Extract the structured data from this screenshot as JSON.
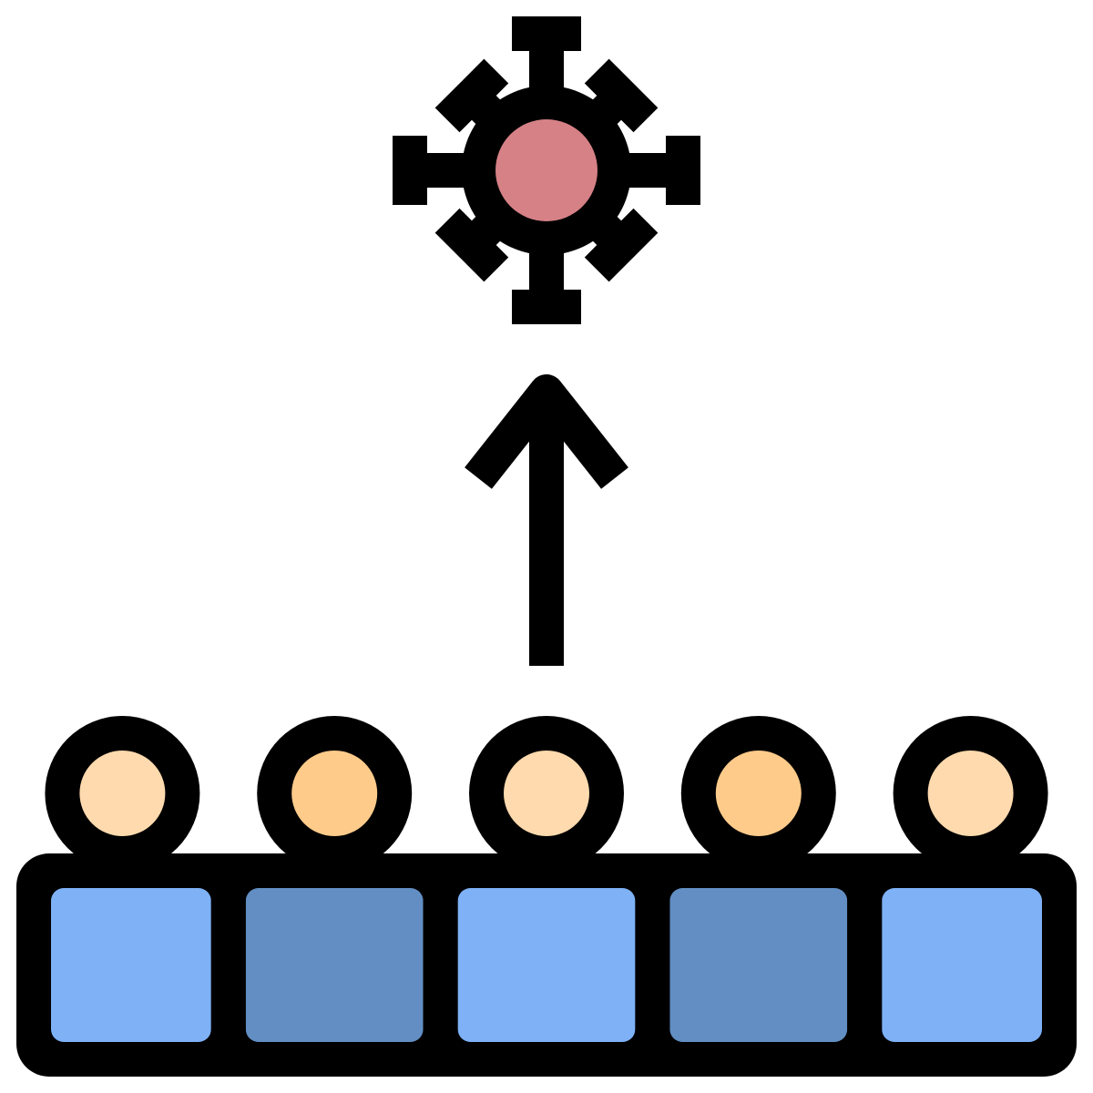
{
  "colors": {
    "outline": "#000000",
    "background": "#ffffff",
    "virus_core": "#d68186",
    "skin_light": "#ffdaae",
    "skin_dark": "#ffcb8b",
    "body_light": "#7eb1f6",
    "body_dark": "#628ec3"
  },
  "icons": {
    "virus": "virus-icon",
    "arrow": "arrow-up-icon"
  },
  "people": [
    {
      "skin": "skin_light",
      "body": "body_light"
    },
    {
      "skin": "skin_dark",
      "body": "body_dark"
    },
    {
      "skin": "skin_light",
      "body": "body_light"
    },
    {
      "skin": "skin_dark",
      "body": "body_dark"
    },
    {
      "skin": "skin_light",
      "body": "body_light"
    }
  ]
}
